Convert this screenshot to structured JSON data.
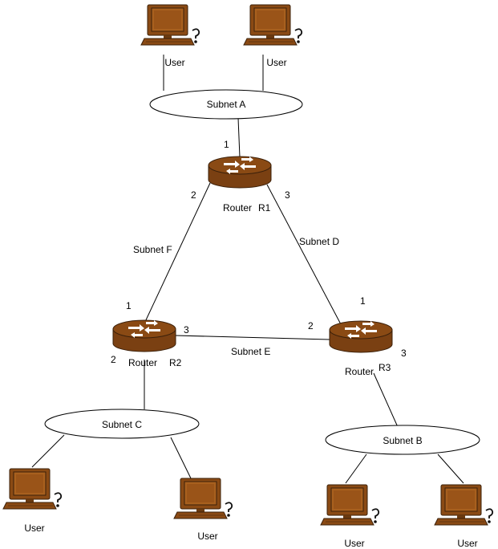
{
  "colors": {
    "device_brown": "#8a4a14",
    "device_dark": "#4a2a10",
    "screen": "#a0581a",
    "line": "#000000",
    "background": "#ffffff"
  },
  "icons": {
    "router": "router-icon",
    "computer": "desktop-computer-icon"
  },
  "subnets": {
    "a": "Subnet A",
    "b": "Subnet B",
    "c": "Subnet C",
    "d": "Subnet D",
    "e": "Subnet E",
    "f": "Subnet F"
  },
  "routers": {
    "r1": {
      "label": "Router",
      "id": "R1",
      "ports": {
        "p1": "1",
        "p2": "2",
        "p3": "3"
      }
    },
    "r2": {
      "label": "Router",
      "id": "R2",
      "ports": {
        "p1": "1",
        "p2": "2",
        "p3": "3"
      }
    },
    "r3": {
      "label": "Router",
      "id": "R3",
      "ports": {
        "p1": "1",
        "p2": "2",
        "p3": "3"
      }
    }
  },
  "users": {
    "a1": "User",
    "a2": "User",
    "c1": "User",
    "c2": "User",
    "b1": "User",
    "b2": "User"
  }
}
